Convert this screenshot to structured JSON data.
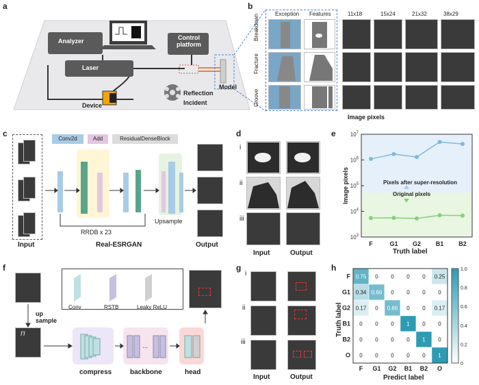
{
  "panels": {
    "a": "a",
    "b": "b",
    "c": "c",
    "d": "d",
    "e": "e",
    "f": "f",
    "g": "g",
    "h": "h"
  },
  "a": {
    "analyzer": "Analyzer",
    "laser": "Laser",
    "control": "Control platform",
    "device": "Device",
    "model": "Model",
    "reflection": "Reflection",
    "incident": "Incident"
  },
  "b": {
    "col_exception": "Exception",
    "col_features": "Features",
    "sizes": [
      "11x18",
      "15x24",
      "21x32",
      "38x29"
    ],
    "rows": [
      "Breakdown",
      "Fracture",
      "Groove"
    ],
    "xlabel": "Image pixels"
  },
  "c": {
    "legend_conv": "Conv2d",
    "legend_add": "Add",
    "legend_rdb": "ResidualDenseBlock",
    "rrdb": "RRDB x 23",
    "upsample": "Upsample",
    "input": "Input",
    "model": "Real-ESRGAN",
    "output": "Output"
  },
  "d": {
    "rows": [
      "i",
      "ii",
      "iii"
    ],
    "input": "Input",
    "output": "Output"
  },
  "e": {
    "annotation_top": "Pixels after super-resolution",
    "annotation_bottom": "Original pixels"
  },
  "f": {
    "in_label": "I'l",
    "up_label": "up sample",
    "legend_conv": "Conv",
    "legend_rstb": "RSTB",
    "legend_relu": "Leaky ReLU",
    "compress": "compress",
    "backbone": "backbone",
    "head": "head"
  },
  "g": {
    "rows": [
      "i",
      "ii",
      "iii"
    ],
    "input": "Input",
    "output": "Output"
  },
  "colors": {
    "conv": "#a9cbe6",
    "add": "#e4c6df",
    "rdb": "#dcdcdc",
    "line": "#7fb8dc",
    "orig": "#86d07a",
    "heat_high": "#2e9bb3"
  },
  "chart_data": [
    {
      "type": "line",
      "xlabel": "Truth label",
      "ylabel": "Image pixels",
      "categories": [
        "F",
        "G1",
        "G2",
        "B1",
        "B2"
      ],
      "yscale": "log",
      "ylim": [
        1000,
        10000000
      ],
      "yticks": [
        "10^3",
        "10^4",
        "10^5",
        "10^6",
        "10^7"
      ],
      "series": [
        {
          "values": [
            1100000,
            1700000,
            1300000,
            5000000,
            4200000
          ]
        },
        {
          "values": [
            5500,
            5600,
            5300,
            7000,
            6800
          ]
        }
      ]
    },
    {
      "type": "heatmap",
      "xlabel": "Predict label",
      "ylabel": "Truth label",
      "x": [
        "F",
        "G1",
        "G2",
        "B1",
        "B2",
        "O"
      ],
      "y": [
        "F",
        "G1",
        "G2",
        "B1",
        "B2",
        "O"
      ],
      "values": [
        [
          "0.75",
          "0",
          "0",
          "0",
          "0",
          "0.25"
        ],
        [
          "0.34",
          "0.66",
          "0",
          "0",
          "0",
          "0"
        ],
        [
          "0.17",
          "0",
          "0.66",
          "0",
          "0",
          "0.17"
        ],
        [
          "0",
          "0",
          "0",
          "1",
          "0",
          "0"
        ],
        [
          "0",
          "0",
          "0",
          "0",
          "1",
          "0"
        ],
        [
          "0",
          "0",
          "0",
          "0",
          "0",
          "1"
        ]
      ],
      "colorbar_ticks": [
        "0",
        "0.2",
        "0.4",
        "0.6",
        "0.8",
        "1.0"
      ]
    }
  ]
}
